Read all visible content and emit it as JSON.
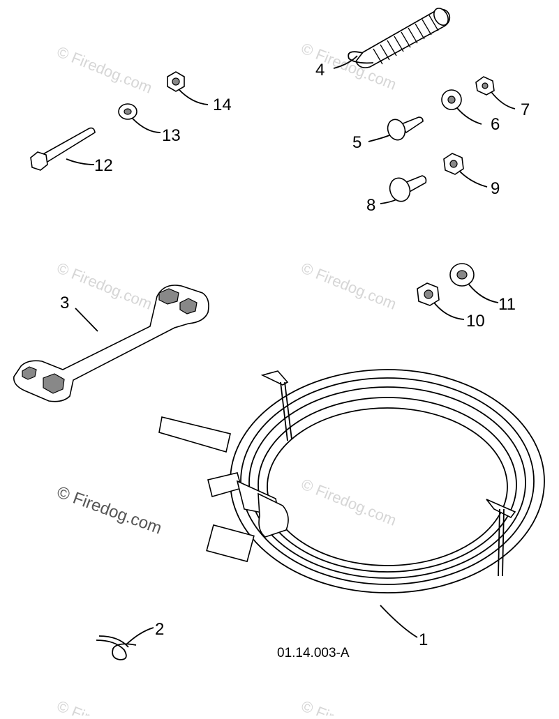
{
  "watermark": {
    "text": "© Firedog.com",
    "main_text": "© Firedog.com"
  },
  "diagram": {
    "reference_code": "01.14.003-A",
    "callouts": [
      "1",
      "2",
      "3",
      "4",
      "5",
      "6",
      "7",
      "8",
      "9",
      "10",
      "11",
      "12",
      "13",
      "14"
    ]
  },
  "colors": {
    "ink": "#000000",
    "watermark": "#d6d6d6",
    "background": "#ffffff"
  }
}
